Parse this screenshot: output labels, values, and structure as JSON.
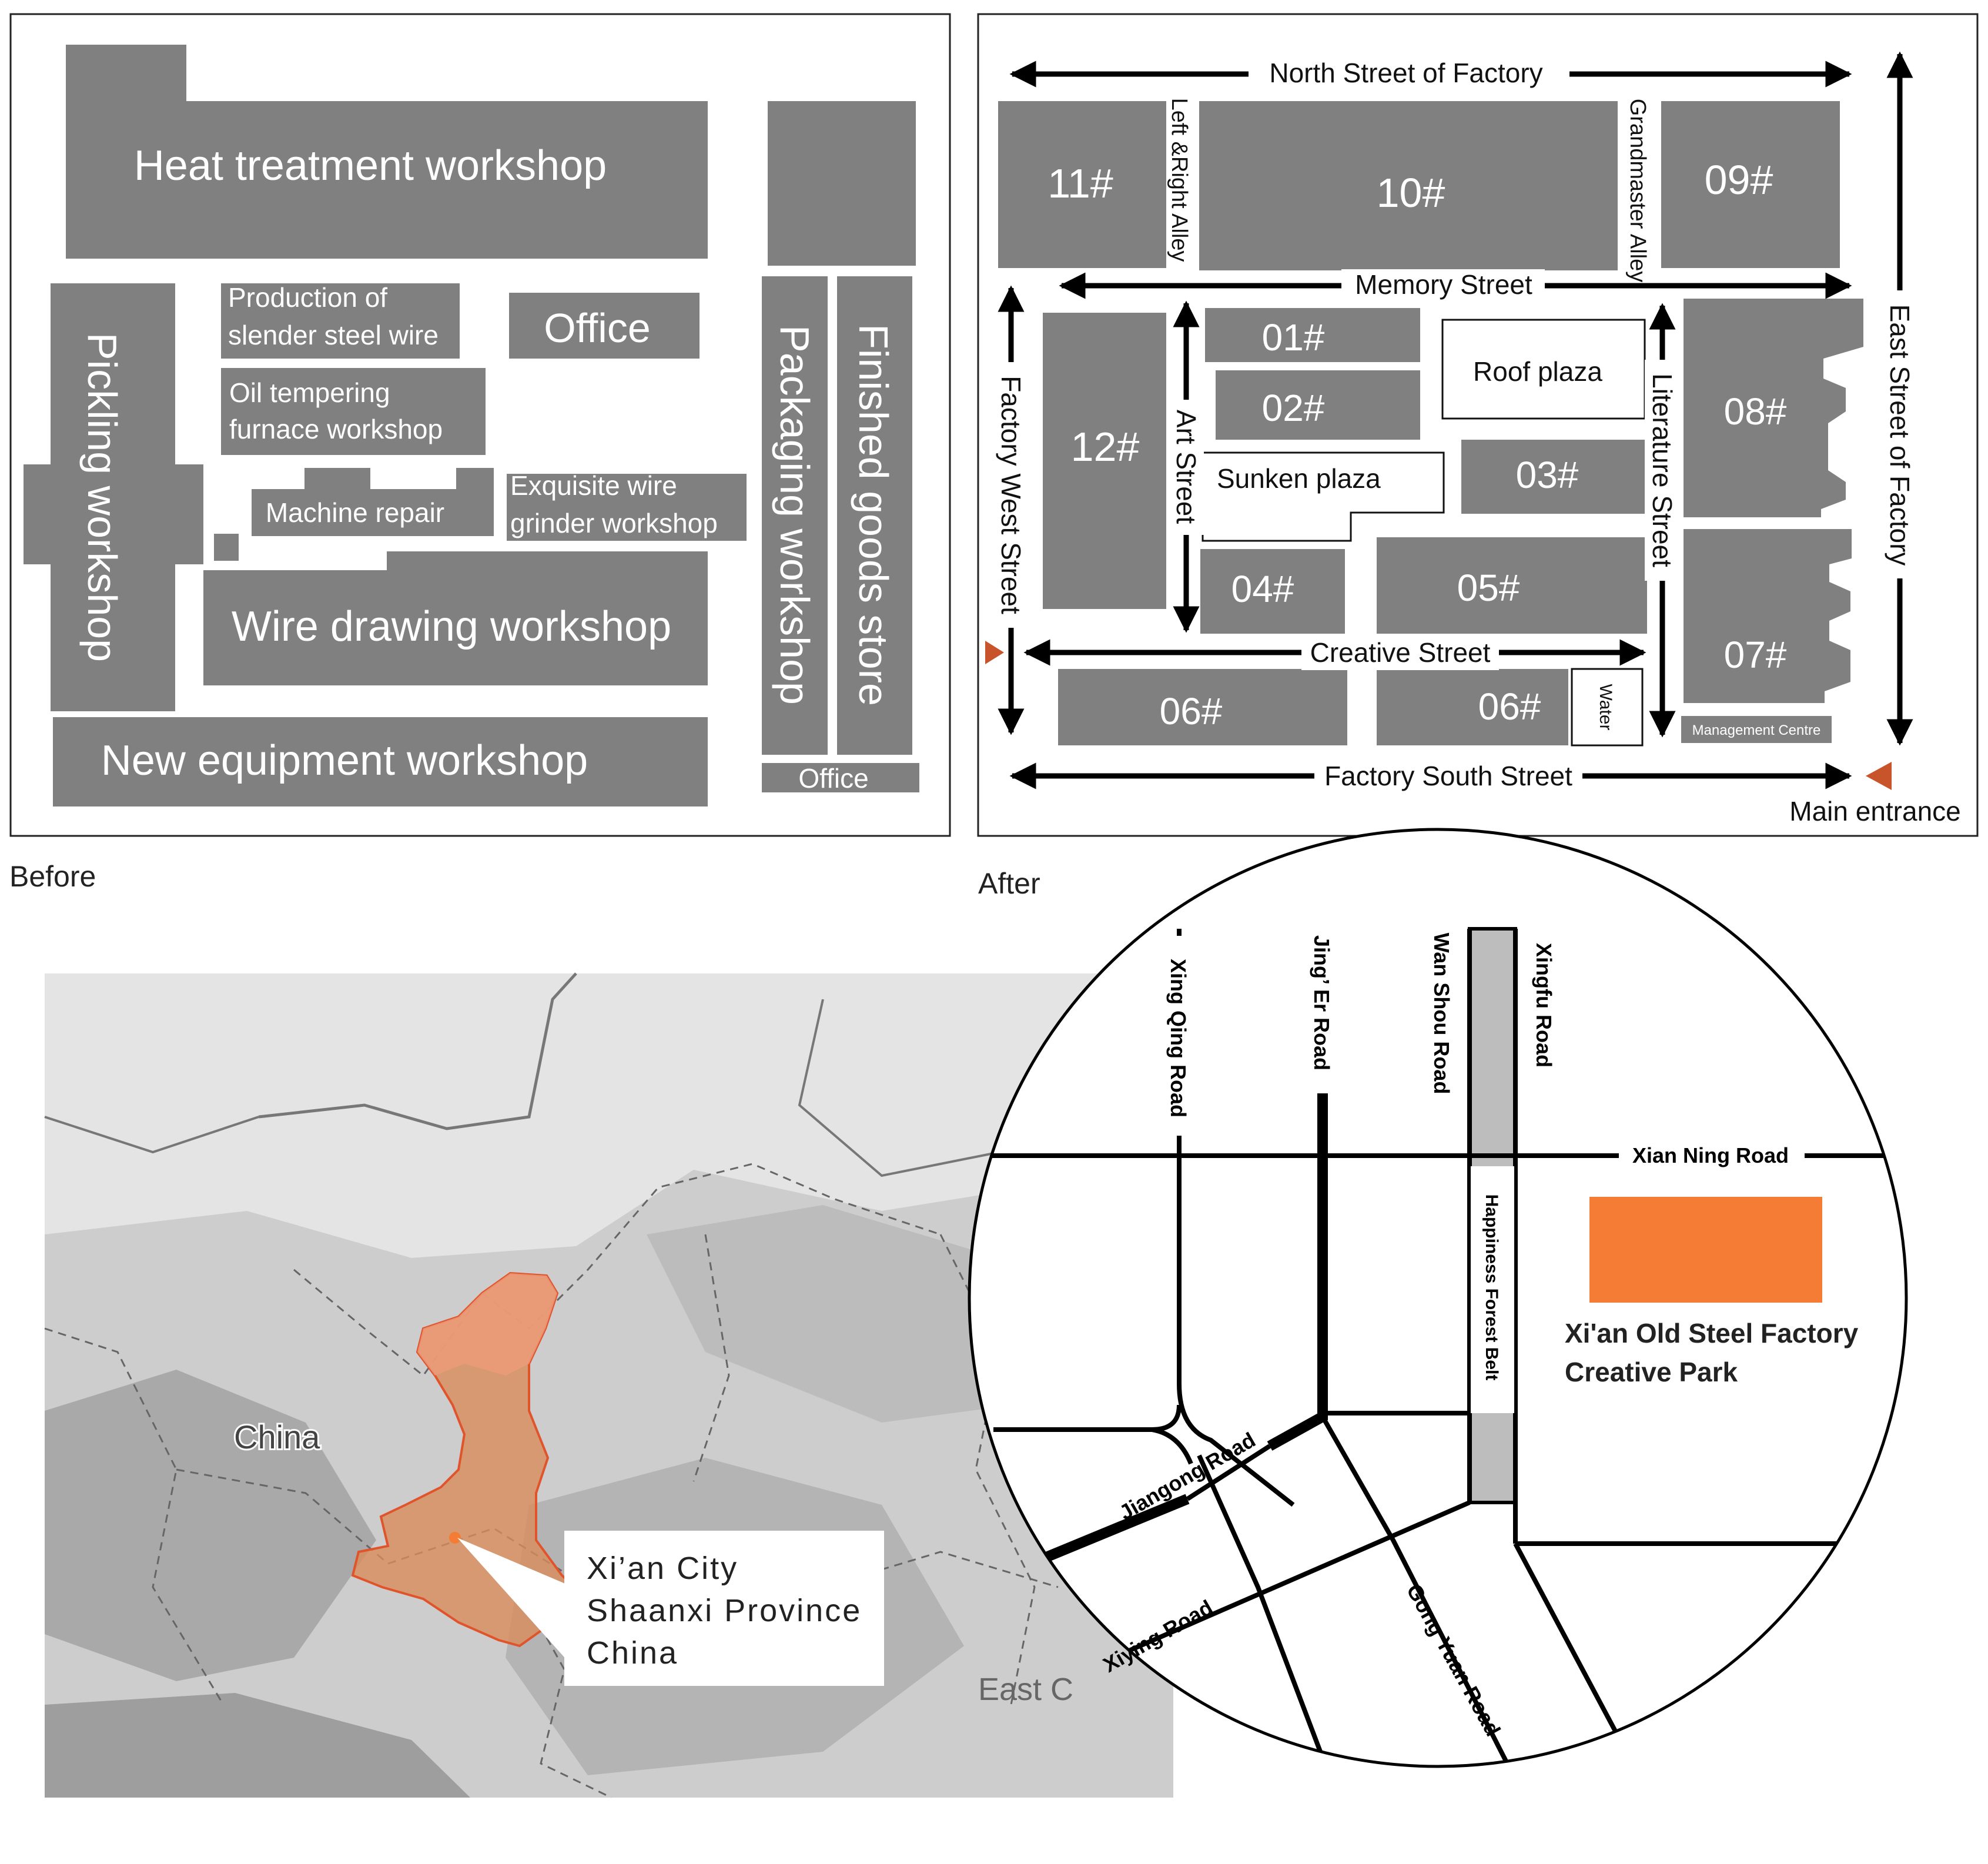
{
  "colors": {
    "building": "#808080",
    "building_text": "#ffffff",
    "frame": "#222222",
    "road": "#000000",
    "accent_orange": "#f47c34",
    "entrance_marker": "#c8542b",
    "map_bg": "#cdcdcd",
    "belt_fill": "#bdbdbd"
  },
  "before_panel": {
    "caption": "Before",
    "buildings": [
      {
        "label": "Heat treatment workshop"
      },
      {
        "label": ""
      },
      {
        "label": "Pickling workshop"
      },
      {
        "label": "Production of slender steel wire"
      },
      {
        "label": "Office"
      },
      {
        "label": "Oil tempering furnace workshop"
      },
      {
        "label": "Machine repair"
      },
      {
        "label": "Exquisite wire grinder workshop"
      },
      {
        "label": "Wire drawing workshop"
      },
      {
        "label": "New equipment workshop"
      },
      {
        "label": "Packaging workshop"
      },
      {
        "label": "Finished goods store"
      },
      {
        "label": "Office"
      }
    ]
  },
  "after_panel": {
    "caption": "After",
    "buildings": [
      "11#",
      "10#",
      "09#",
      "12#",
      "01#",
      "02#",
      "03#",
      "04#",
      "05#",
      "08#",
      "07#",
      "06#",
      "06#"
    ],
    "open_areas": [
      "Roof plaza",
      "Sunken plaza",
      "Water"
    ],
    "small_labels": [
      "Management Centre"
    ],
    "streets": [
      "North Street of Factory",
      "Left &Right Alley",
      "Grandmaster Alley",
      "Memory Street",
      "East Street of Factory",
      "Factory West Street",
      "Art Street",
      "Literature Street",
      "Creative Street",
      "Factory South Street"
    ],
    "entrance_label": "Main entrance"
  },
  "region_map": {
    "country_label": "China",
    "partial_label": "East C",
    "callout_lines": [
      "Xi’an City",
      "Shaanxi Province",
      "China"
    ]
  },
  "street_map": {
    "roads": [
      "Xing Qing Road",
      "Jing’ Er Road",
      "Wan Shou Road",
      "Xingfu Road",
      "Xian Ning Road",
      "Happiness Forest Belt",
      "Jiangong Road",
      "Xiying Road",
      "Gong Yuan Road"
    ],
    "site_lines": [
      "Xi'an Old Steel Factory",
      "Creative Park"
    ]
  }
}
